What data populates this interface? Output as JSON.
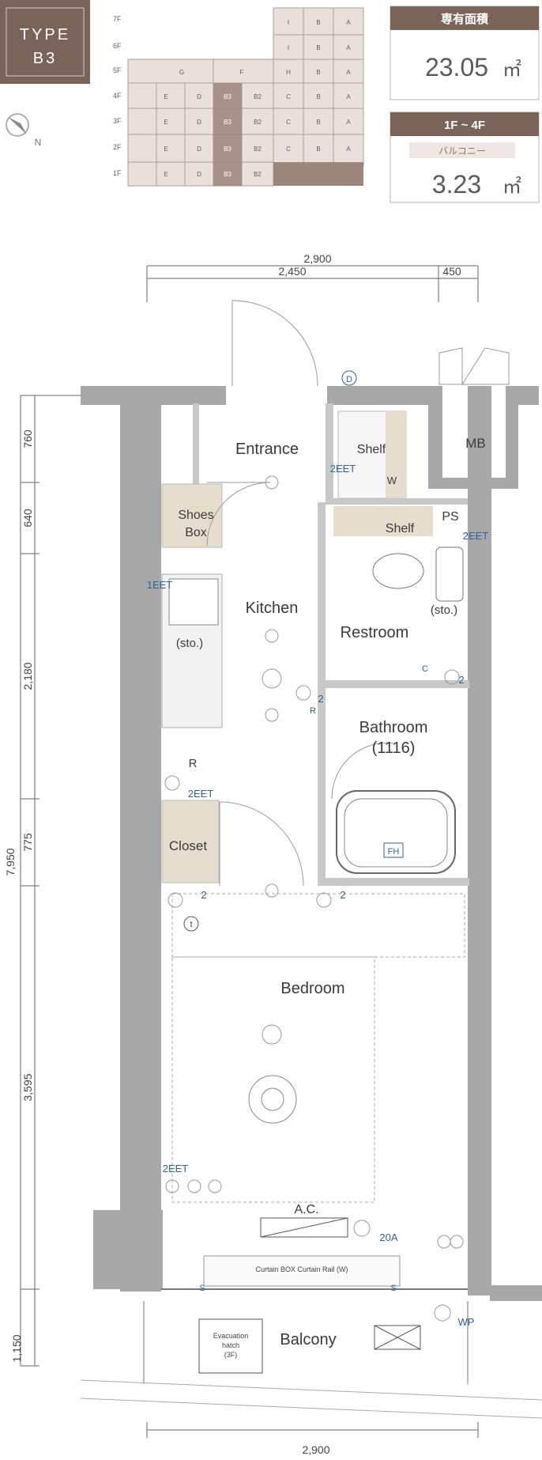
{
  "type_badge": {
    "line1": "TYPE",
    "line2": "B3"
  },
  "compass": {
    "label": "N"
  },
  "floor_map": {
    "floors": [
      "7F",
      "6F",
      "5F",
      "4F",
      "3F",
      "2F",
      "1F"
    ],
    "upper_cells": [
      "I",
      "B",
      "A"
    ],
    "floor5_cells": [
      "G",
      "F",
      "H",
      "B",
      "A"
    ],
    "mid_cells": [
      "E",
      "D",
      "B3",
      "B2",
      "C",
      "B",
      "A"
    ],
    "ground_cells": [
      "E",
      "D",
      "B3",
      "B2"
    ]
  },
  "area_box": {
    "header": "専有面積",
    "value": "23.05",
    "unit": "㎡"
  },
  "balcony_box": {
    "header": "1F ~ 4F",
    "sublabel": "バルコニー",
    "value": "3.23",
    "unit": "㎡"
  },
  "dimensions": {
    "top_total": "2,900",
    "top_left": "2,450",
    "top_right": "450",
    "bottom_total": "2,900",
    "side_total": "7,950",
    "side_segments": [
      "760",
      "640",
      "2,180",
      "775",
      "3,595",
      "1,150"
    ]
  },
  "rooms": {
    "entrance": "Entrance",
    "shelf_top": "Shelf",
    "w_label": "W",
    "mb": "MB",
    "shoes_box_1": "Shoes",
    "shoes_box_2": "Box",
    "shelf_2": "Shelf",
    "ps": "PS",
    "kitchen": "Kitchen",
    "restroom": "Restroom",
    "sto_1": "(sto.)",
    "sto_2": "(sto.)",
    "bathroom": "Bathroom",
    "bathroom_code": "(1116)",
    "r_label": "R",
    "closet": "Closet",
    "bedroom": "Bedroom",
    "ac": "A.C.",
    "curtain": "Curtain BOX   Curtain Rail (W)",
    "balcony": "Balcony",
    "evac_1": "Evacuation",
    "evac_2": "hatch",
    "evac_3": "(3F)"
  },
  "symbols": {
    "d": "D",
    "eet_shelf": "2EET",
    "eet_ps": "2EET",
    "eet_kitchen": "1EET",
    "eet_closet": "2EET",
    "eet_bedroom": "2EET",
    "two_a": "2",
    "two_b": "2",
    "two_c": "2",
    "two_d": "2",
    "r_small": "R",
    "c_small": "C",
    "t_small": "t",
    "fh": "FH",
    "amp": "20A",
    "wp": "WP",
    "s_left": "S",
    "s_right": "S"
  }
}
